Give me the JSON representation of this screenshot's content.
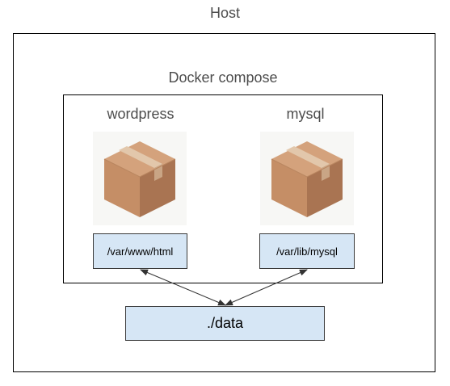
{
  "host": {
    "label": "Host"
  },
  "compose": {
    "label": "Docker compose"
  },
  "services": [
    {
      "name": "wordpress",
      "icon": "package-box-icon",
      "volume_path": "/var/www/html"
    },
    {
      "name": "mysql",
      "icon": "package-box-icon",
      "volume_path": "/var/lib/mysql"
    }
  ],
  "data_volume": {
    "label": "./data"
  },
  "colors": {
    "volume_fill": "#d6e6f5",
    "label_text": "#4d4d4d",
    "box_top": "#d2a07a",
    "box_left": "#c79069",
    "box_right": "#a87452",
    "tape": "#dcc0a4"
  }
}
